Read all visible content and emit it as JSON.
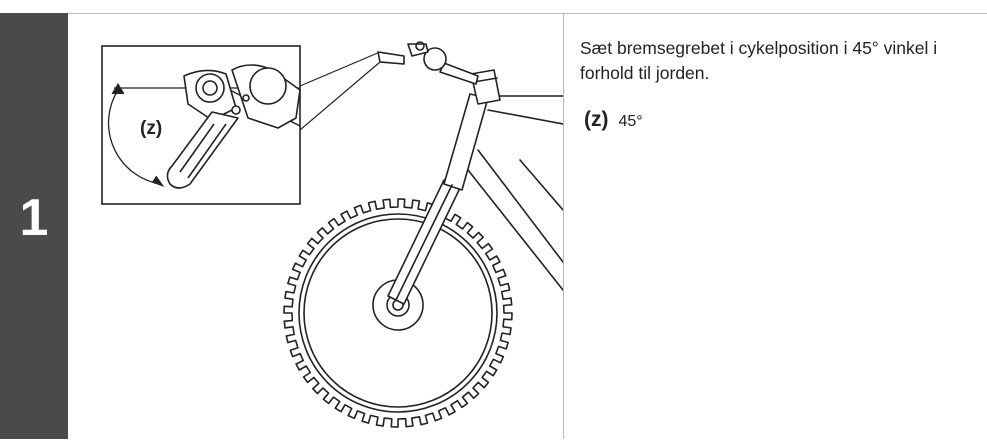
{
  "step": {
    "number": "1"
  },
  "instruction": {
    "text": "Sæt bremsegrebet i cykelposition i 45° vinkel i forhold til jorden."
  },
  "callouts": [
    {
      "key": "(z)",
      "value": "45°"
    }
  ],
  "figure": {
    "inset_label": "(z)",
    "icons": [
      "brake-lever-inset-illustration",
      "bicycle-front-wheel-illustration"
    ]
  },
  "colors": {
    "step_bar": "#4a4a4a",
    "rule": "#b8b8b8",
    "ink": "#222222"
  }
}
